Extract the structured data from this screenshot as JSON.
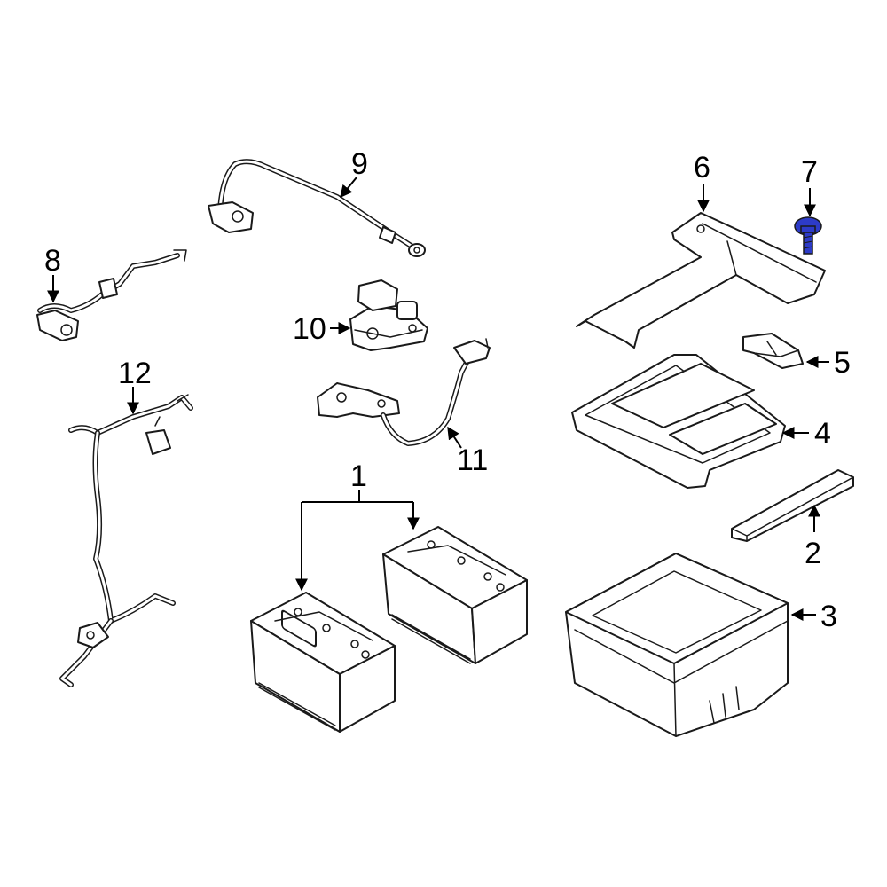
{
  "callouts": {
    "c1": "1",
    "c2": "2",
    "c3": "3",
    "c4": "4",
    "c5": "5",
    "c6": "6",
    "c7": "7",
    "c8": "8",
    "c9": "9",
    "c10": "10",
    "c11": "11",
    "c12": "12"
  },
  "colors": {
    "line": "#1a1a1a",
    "highlight_bolt": "#2d3bc8",
    "background": "#ffffff"
  }
}
